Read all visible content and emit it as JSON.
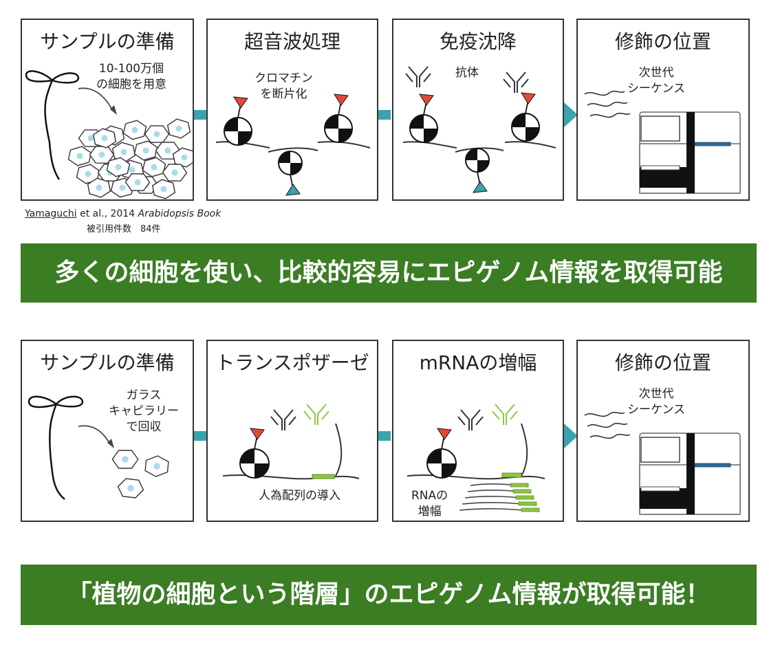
{
  "row1": {
    "panel1": {
      "title": "サンプルの準備",
      "label_line1": "10-100万個",
      "label_line2": "の細胞を用意"
    },
    "panel2": {
      "title": "超音波処理",
      "label_line1": "クロマチン",
      "label_line2": "を断片化"
    },
    "panel3": {
      "title": "免疫沈降",
      "label": "抗体"
    },
    "panel4": {
      "title": "修飾の位置",
      "label_line1": "次世代",
      "label_line2": "シーケンス"
    }
  },
  "citation": {
    "author": "Yamaguchi",
    "rest": " et al., 2014 ",
    "journal": "Arabidopsis Book",
    "count": "被引用件数　84件"
  },
  "banner1": "多くの細胞を使い、比較的容易にエピゲノム情報を取得可能",
  "row2": {
    "panel1": {
      "title": "サンプルの準備",
      "label_line1": "ガラス",
      "label_line2": "キャピラリー",
      "label_line3": "で回収"
    },
    "panel2": {
      "title": "トランスポザーゼ",
      "label": "人為配列の導入"
    },
    "panel3": {
      "title": "mRNAの増幅",
      "label_line1": "RNAの",
      "label_line2": "増幅"
    },
    "panel4": {
      "title": "修飾の位置",
      "label_line1": "次世代",
      "label_line2": "シーケンス"
    }
  },
  "banner2": "「植物の細胞という階層」のエピゲノム情報が取得可能！",
  "colors": {
    "banner_green": "#3a7d23",
    "connector_teal": "#3aa3ad",
    "marker_red": "#e04a3c",
    "marker_teal": "#3aa3ad",
    "cell_nucleus": "#a6dde8",
    "adapter_green": "#8fc641",
    "read_blue": "#2f6b9a"
  }
}
